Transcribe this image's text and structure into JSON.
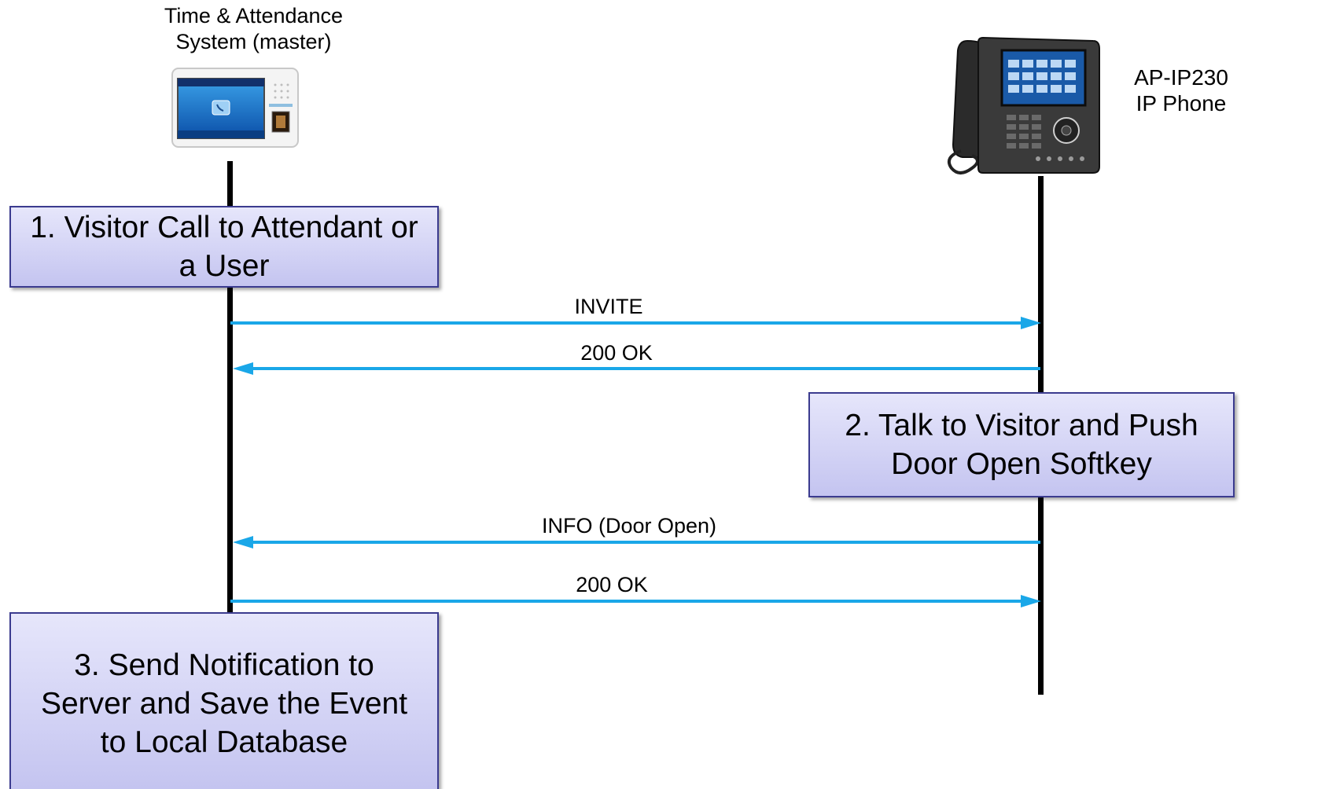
{
  "actors": {
    "left": {
      "label_line1": "Time & Attendance",
      "label_line2": "System (master)",
      "icon": "attendance-terminal-icon"
    },
    "right": {
      "label_line1": "AP-IP230",
      "label_line2": "IP Phone",
      "icon": "ip-phone-icon"
    }
  },
  "steps": [
    {
      "line1": "1. Visitor Call to Attendant or",
      "line2": "a User"
    },
    {
      "line1": "2. Talk to Visitor and Push",
      "line2": "Door Open Softkey"
    },
    {
      "line1": "3. Send Notification to",
      "line2": "Server and Save the Event",
      "line3": "to Local Database"
    }
  ],
  "messages": [
    {
      "label": "INVITE",
      "direction": "left-to-right"
    },
    {
      "label": "200 OK",
      "direction": "right-to-left"
    },
    {
      "label": "INFO (Door Open)",
      "direction": "right-to-left"
    },
    {
      "label": "200 OK",
      "direction": "left-to-right"
    }
  ],
  "colors": {
    "arrow": "#1aa7e8",
    "box_fill_top": "#e6e6fb",
    "box_fill_bottom": "#c4c4f0",
    "box_border": "#3b3b8f",
    "lifeline": "#000000"
  }
}
